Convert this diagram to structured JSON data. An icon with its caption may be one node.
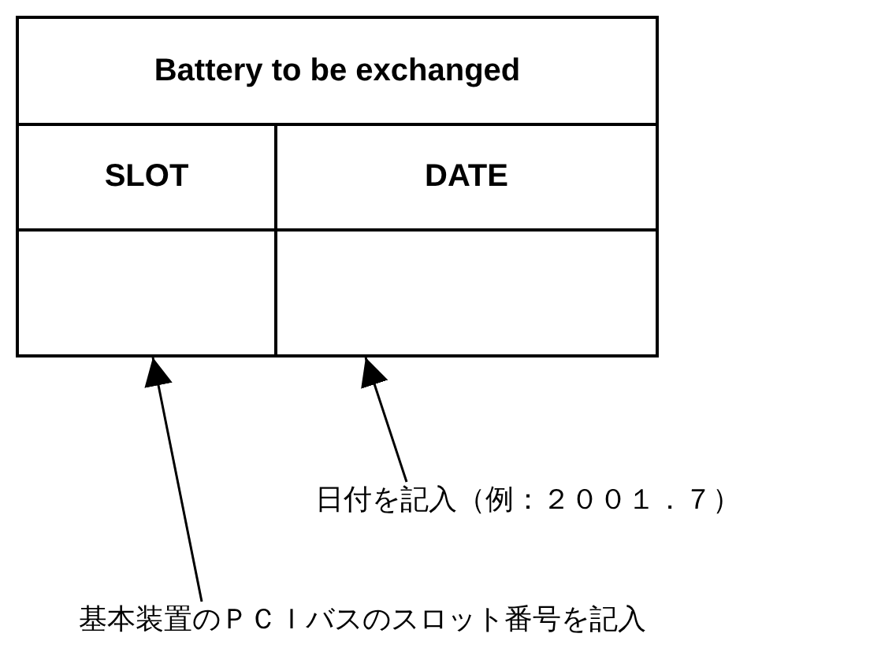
{
  "diagram": {
    "nodes": [
      {
        "text": [
          "Battery to be exchanged"
        ]
      },
      {
        "text": [
          "SLOT"
        ]
      },
      {
        "text": [
          "DATE"
        ]
      },
      {
        "text": [],
        "shape": "box"
      },
      {
        "text": [],
        "shape": "box"
      },
      {
        "text": [
          "日付を記入（例：２００１．７）"
        ]
      },
      {
        "text": [
          "基本装置のＰＣＩバスのスロット番号を記入"
        ]
      }
    ],
    "edges": [
      {
        "from": 5,
        "to": 4,
        "arrow": "to"
      },
      {
        "from": 6,
        "to": 3,
        "arrow": "to"
      }
    ]
  }
}
